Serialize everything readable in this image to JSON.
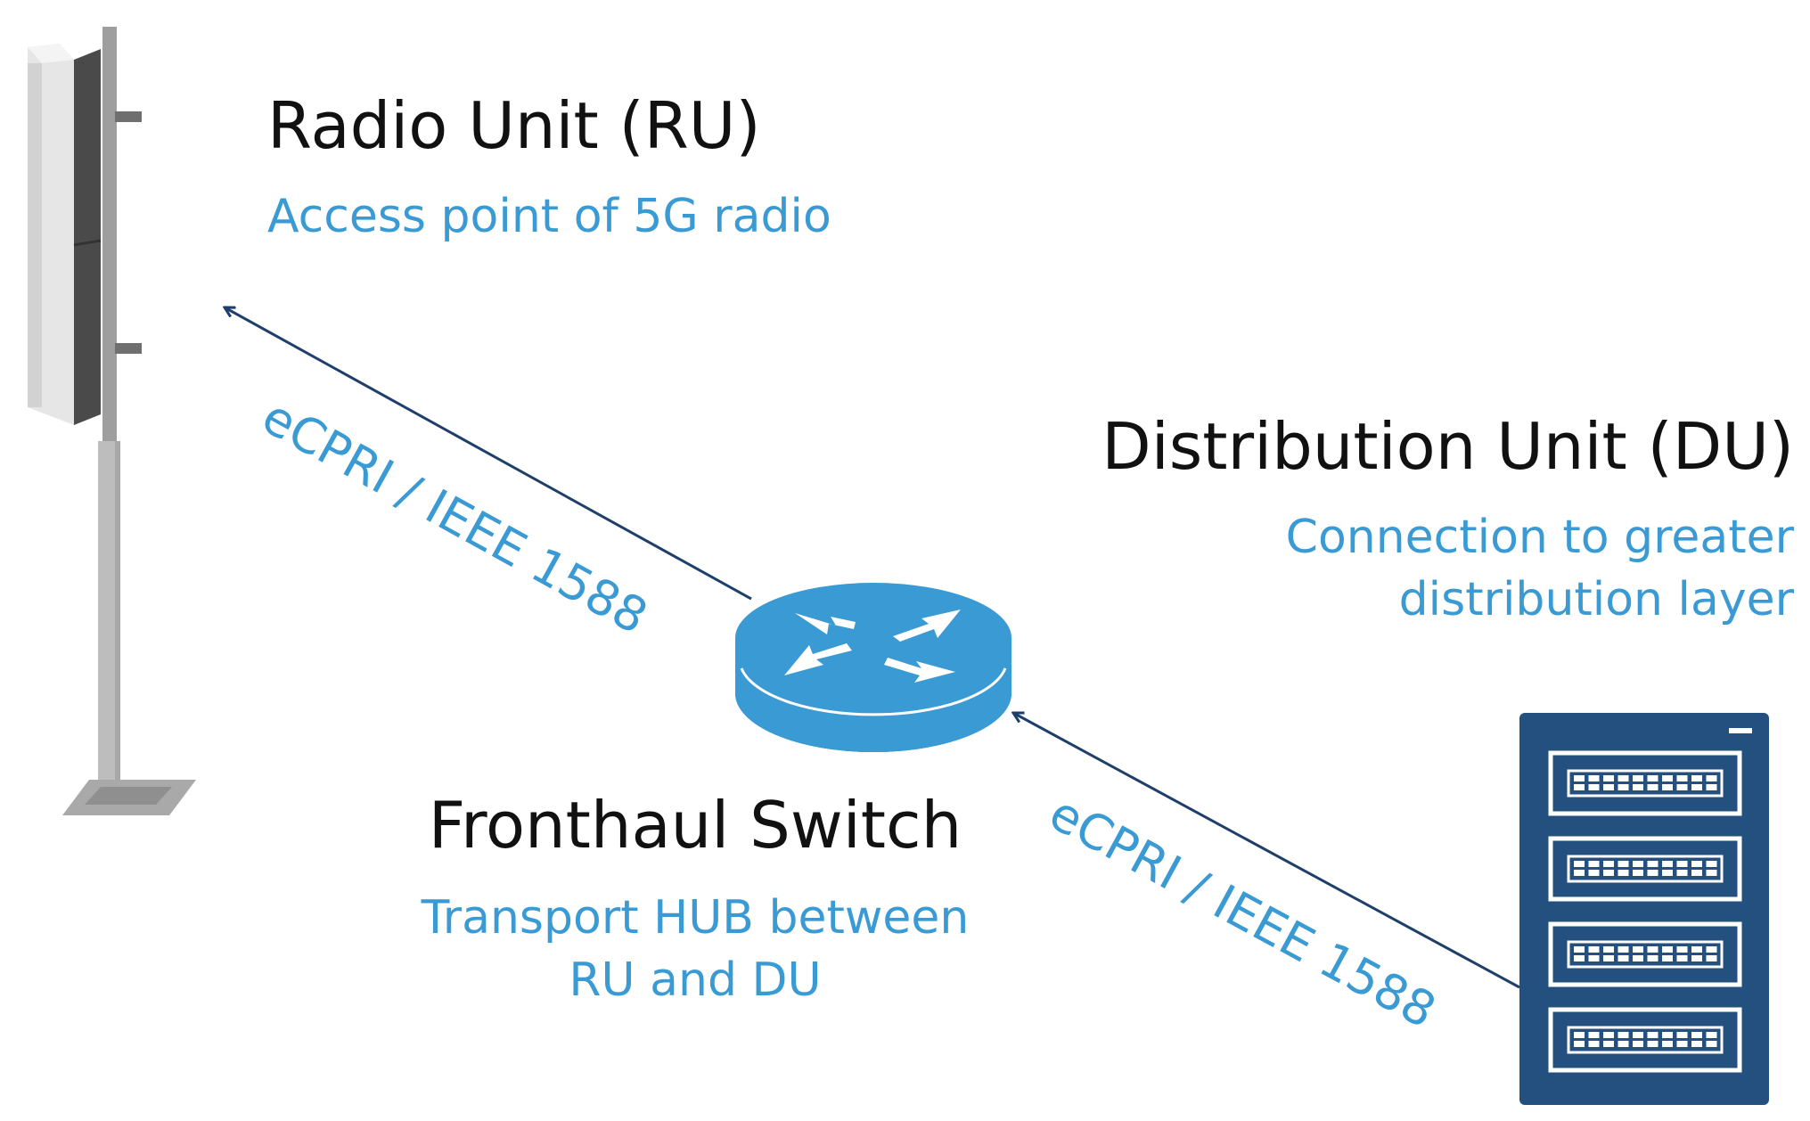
{
  "nodes": {
    "ru": {
      "title": "Radio Unit (RU)",
      "subtitle": "Access point of 5G radio",
      "icon": "antenna-mast-icon"
    },
    "du": {
      "title": "Distribution Unit (DU)",
      "subtitle_lines": [
        "Connection to greater",
        "distribution layer"
      ],
      "icon": "server-rack-icon"
    },
    "switch": {
      "title": "Fronthaul Switch",
      "subtitle_lines": [
        "Transport HUB between",
        "RU and DU"
      ],
      "icon": "router-icon"
    }
  },
  "links": [
    {
      "from": "switch",
      "to": "ru",
      "label": "eCPRI / IEEE 1588"
    },
    {
      "from": "du",
      "to": "switch",
      "label": "eCPRI / IEEE 1588"
    }
  ],
  "colors": {
    "text_dark": "#111111",
    "accent_blue": "#3a9ad4",
    "line_navy": "#1f3f6b",
    "server_navy": "#24507f",
    "antenna_grey": "#dcdcdc",
    "mast_grey": "#bdbdbd"
  }
}
